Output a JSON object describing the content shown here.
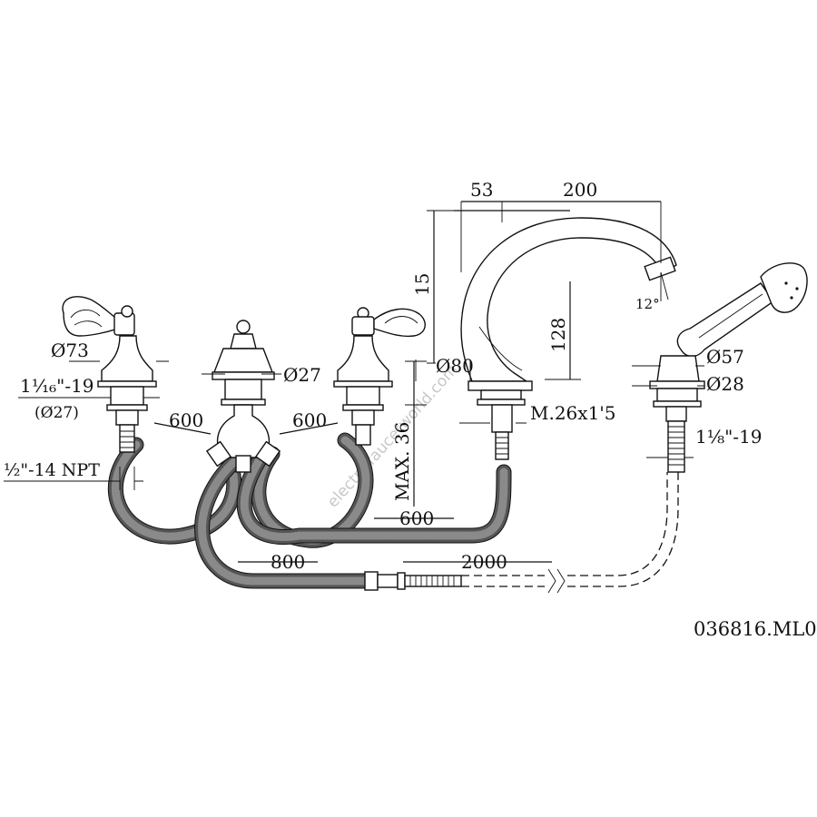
{
  "drawing": {
    "code": "036816.ML0",
    "watermark": "electricfaucetworld.com",
    "dimensions": {
      "spout_offset": "53",
      "spout_reach": "200",
      "spout_rise": "15",
      "spout_height": "128",
      "spout_angle": "12°",
      "spout_base_dia": "Ø80",
      "spout_thread": "M.26x1'5",
      "handle_base_dia": "Ø73",
      "handle_thread": "1⅟₁₆\"-19",
      "handle_thread_dia": "(Ø27)",
      "inlet_thread": "½\"-14 NPT",
      "diverter_dia": "Ø27",
      "hose_left": "600",
      "hose_right": "600",
      "hose_spout": "600",
      "hose_shower": "800",
      "shower_hose": "2000",
      "deck_max": "MAX. 36",
      "shower_dia": "Ø57",
      "shower_base_dia": "Ø28",
      "shower_thread": "1⅛\"-19"
    }
  }
}
